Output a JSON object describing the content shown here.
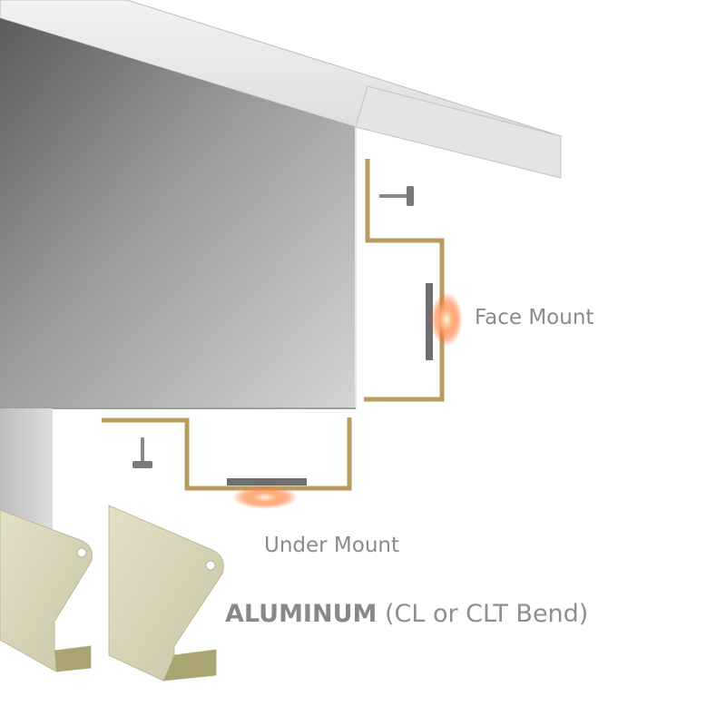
{
  "labels": {
    "face_mount": "Face Mount",
    "under_mount": "Under Mount",
    "material_strong": "ALUMINUM",
    "material_rest": " (CL or CLT Bend)"
  },
  "colors": {
    "channel_stroke": "#b89c5e",
    "led_glow": "#ff7a3c",
    "extrusion_fill": "#d9d6bd",
    "label_text": "#8a8a8a"
  },
  "icons": {
    "screw_face": "screw-icon",
    "screw_under": "screw-icon",
    "led_face": "led-glow-icon",
    "led_under": "led-glow-icon"
  }
}
